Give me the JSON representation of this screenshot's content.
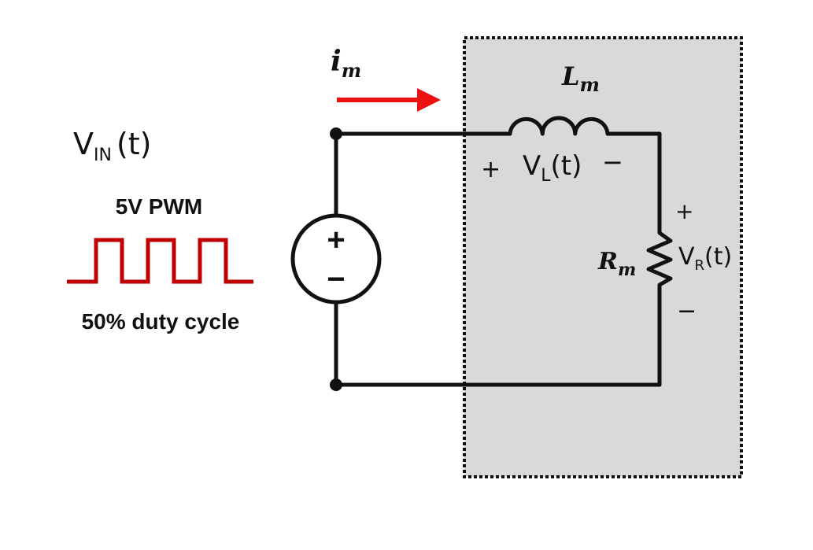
{
  "source": {
    "title": "V_IN(t)",
    "title_main": "V",
    "title_sub": "IN",
    "title_arg": "(t)",
    "amplitude_label": "5V PWM",
    "duty_label": "50% duty cycle",
    "plus_sign": "+",
    "minus_sign": "−",
    "waveform_color": "#c00000"
  },
  "current": {
    "label": "i_m",
    "label_main": "i",
    "label_sub": "m",
    "arrow_color": "#ee1111"
  },
  "inductor": {
    "name": "L_m",
    "name_main": "L",
    "name_sub": "m",
    "voltage_label": "V_L(t)",
    "voltage_main": "V",
    "voltage_sub": "L",
    "voltage_arg": "(t)",
    "plus": "+",
    "minus": "−"
  },
  "resistor": {
    "name": "R_m",
    "name_main": "R",
    "name_sub": "m",
    "voltage_label": "V_R(t)",
    "voltage_main": "V",
    "voltage_sub": "R",
    "voltage_arg": "(t)",
    "plus": "+",
    "minus": "−"
  },
  "motor_box": {
    "fill_color": "#d9d9d9",
    "border_style": "dotted"
  }
}
